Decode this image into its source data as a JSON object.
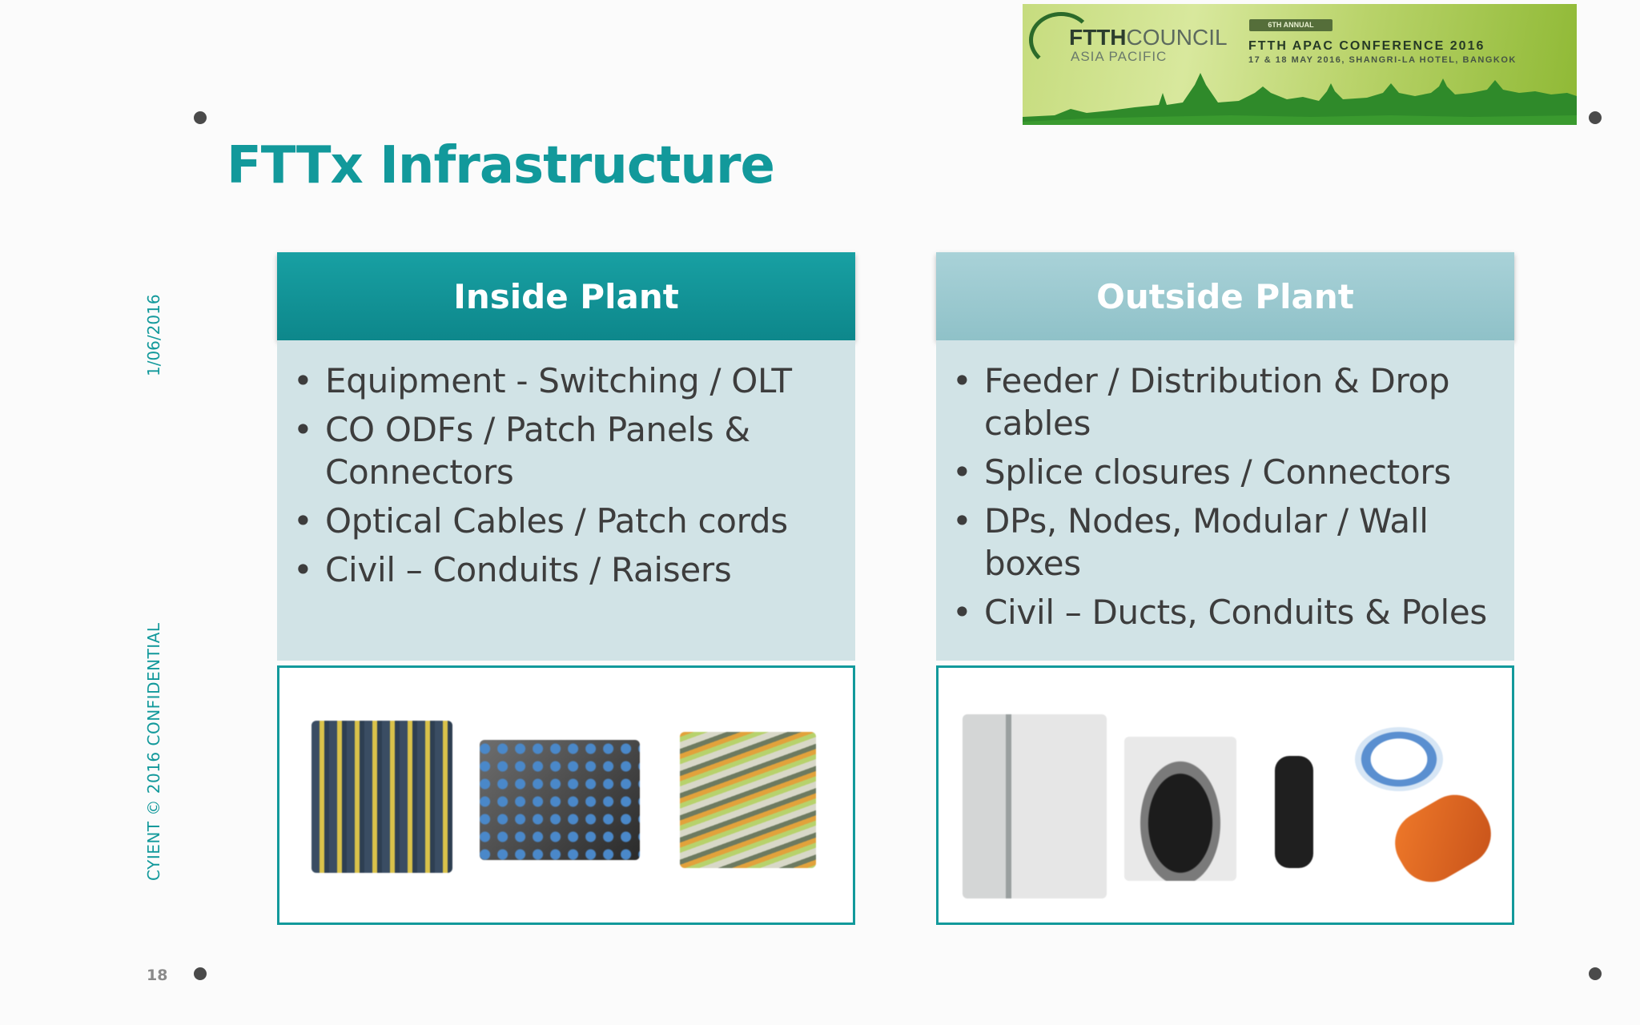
{
  "title": "FTTx Infrastructure",
  "sidebar": {
    "date": "1/06/2016",
    "confidential": "CYIENT © 2016 CONFIDENTIAL",
    "page_number": "18"
  },
  "banner": {
    "brand_bold": "FTTH",
    "brand_light": "COUNCIL",
    "brand_sub": "ASIA PACIFIC",
    "edition": "6TH ANNUAL",
    "conference": "FTTH APAC CONFERENCE 2016",
    "venue": "17 & 18 MAY 2016, SHANGRI-LA HOTEL, BANGKOK"
  },
  "panels": {
    "inside": {
      "heading": "Inside Plant",
      "items": [
        "Equipment - Switching / OLT",
        "CO ODFs / Patch Panels & Connectors",
        "Optical Cables / Patch cords",
        "Civil – Conduits / Raisers"
      ]
    },
    "outside": {
      "heading": "Outside Plant",
      "items": [
        "Feeder / Distribution & Drop cables",
        "Splice closures / Connectors",
        "DPs, Nodes, Modular / Wall boxes",
        "Civil – Ducts, Conduits & Poles"
      ]
    }
  },
  "bullet": "•",
  "colors": {
    "accent": "#12999b",
    "inside_header": "#0d878b",
    "outside_header": "#8fc1c8",
    "panel_body": "#d1e3e6",
    "text": "#3d3d3d"
  }
}
